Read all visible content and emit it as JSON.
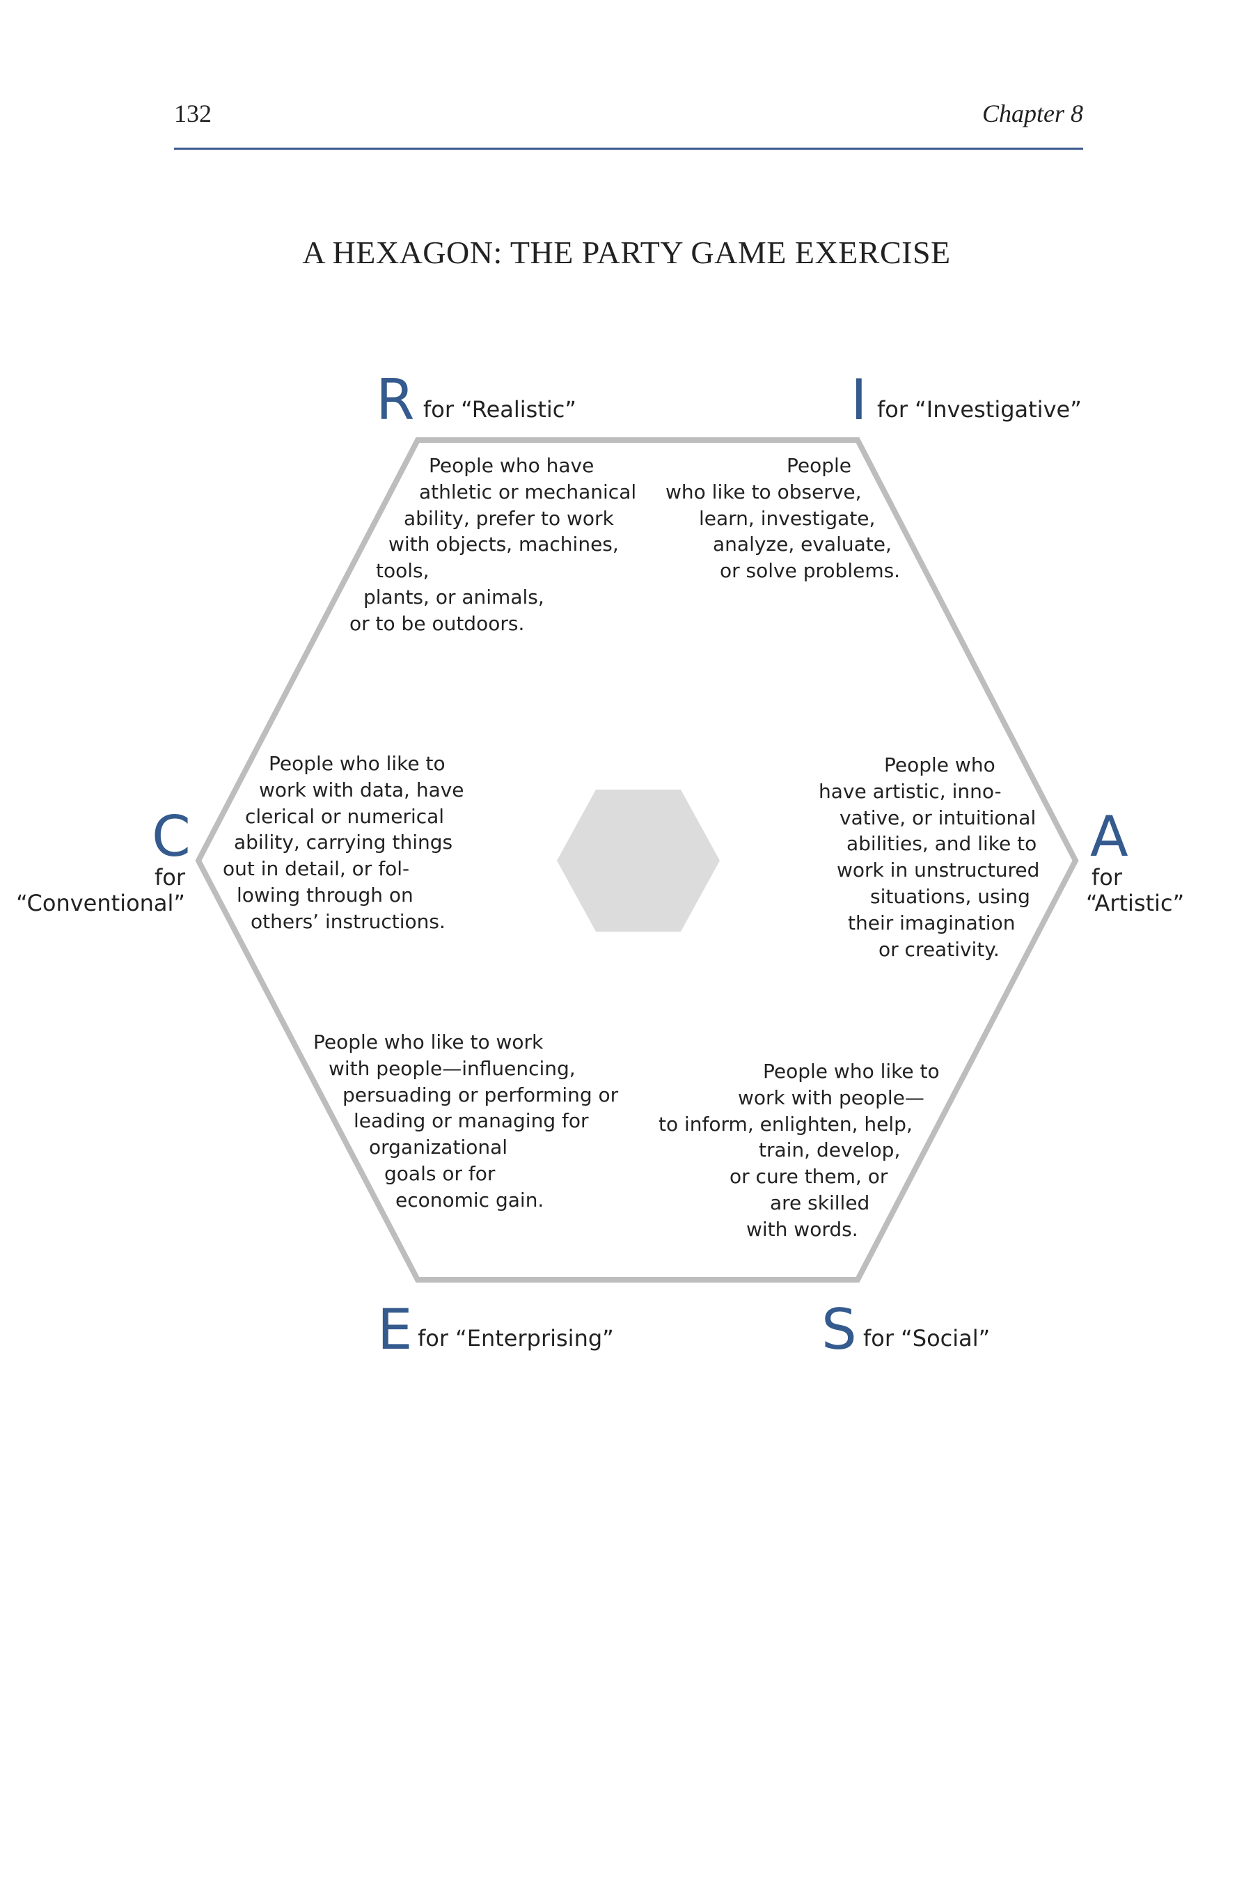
{
  "header": {
    "page_number": "132",
    "chapter": "Chapter 8"
  },
  "title": "A HEXAGON: THE PARTY GAME EXERCISE",
  "colors": {
    "accent": "#345a8e",
    "rule": "#3b5a8e",
    "hexagon_outline": "#bdbdbd",
    "hexagon_center": "#dcdcdc"
  },
  "types": {
    "realistic": {
      "letter": "R",
      "label": "for “Realistic”",
      "lines": [
        "People who have",
        "athletic or mechanical",
        "ability, prefer to work",
        "with objects, machines,",
        "tools,",
        "plants, or animals,",
        "or to be outdoors."
      ]
    },
    "investigative": {
      "letter": "I",
      "label": "for “Investigative”",
      "lines": [
        "People",
        "who like to observe,",
        "learn, investigate,",
        "analyze, evaluate,",
        "or solve problems."
      ]
    },
    "conventional": {
      "letter": "C",
      "label_line1": "for",
      "label_line2": "“Conventional”",
      "lines": [
        "People who like to",
        "work with data, have",
        "clerical or numerical",
        "ability, carrying things",
        "out in detail, or fol-",
        "lowing through on",
        "others’ instructions."
      ]
    },
    "artistic": {
      "letter": "A",
      "label_line1": "for",
      "label_line2": "“Artistic”",
      "lines": [
        "People who",
        "have artistic, inno-",
        "vative, or intuitional",
        "abilities, and like to",
        "work in unstructured",
        "situations, using",
        "their imagination",
        "or creativity."
      ]
    },
    "enterprising": {
      "letter": "E",
      "label": "for “Enterprising”",
      "lines": [
        "People who like to work",
        "with people—influencing,",
        "persuading or performing or",
        "leading or managing for",
        "organizational",
        "goals or for",
        "economic gain."
      ]
    },
    "social": {
      "letter": "S",
      "label": "for “Social”",
      "lines": [
        "People who like to",
        "work with people—",
        "to inform, enlighten, help,",
        "train, develop,",
        "or cure them, or",
        "are skilled",
        "with words."
      ]
    }
  }
}
